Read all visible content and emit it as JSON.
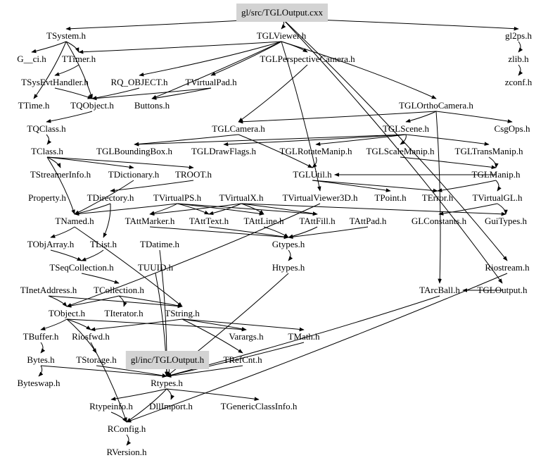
{
  "diagram": {
    "type": "include-dependency-graph",
    "root": "gl/src/TGLOutput.cxx",
    "highlight_color": "#d3d3d3",
    "nodes": [
      {
        "id": "root",
        "label": "gl/src/TGLOutput.cxx",
        "highlighted": true
      },
      {
        "id": "TSystem",
        "label": "TSystem.h"
      },
      {
        "id": "TGLViewer",
        "label": "TGLViewer.h"
      },
      {
        "id": "gl2ps",
        "label": "gl2ps.h"
      },
      {
        "id": "G__ci",
        "label": "G__ci.h"
      },
      {
        "id": "TTimer",
        "label": "TTimer.h"
      },
      {
        "id": "TGLPerspectiveCamera",
        "label": "TGLPerspectiveCamera.h"
      },
      {
        "id": "zlib",
        "label": "zlib.h"
      },
      {
        "id": "TSysEvtHandler",
        "label": "TSysEvtHandler.h"
      },
      {
        "id": "RQ_OBJECT",
        "label": "RQ_OBJECT.h"
      },
      {
        "id": "TVirtualPad",
        "label": "TVirtualPad.h"
      },
      {
        "id": "zconf",
        "label": "zconf.h"
      },
      {
        "id": "TTime",
        "label": "TTime.h"
      },
      {
        "id": "TQObject",
        "label": "TQObject.h"
      },
      {
        "id": "Buttons",
        "label": "Buttons.h"
      },
      {
        "id": "TGLOrthoCamera",
        "label": "TGLOrthoCamera.h"
      },
      {
        "id": "TQClass",
        "label": "TQClass.h"
      },
      {
        "id": "TGLCamera",
        "label": "TGLCamera.h"
      },
      {
        "id": "TGLScene",
        "label": "TGLScene.h"
      },
      {
        "id": "CsgOps",
        "label": "CsgOps.h"
      },
      {
        "id": "TClass",
        "label": "TClass.h"
      },
      {
        "id": "TGLBoundingBox",
        "label": "TGLBoundingBox.h"
      },
      {
        "id": "TGLDrawFlags",
        "label": "TGLDrawFlags.h"
      },
      {
        "id": "TGLRotateManip",
        "label": "TGLRotateManip.h"
      },
      {
        "id": "TGLScaleManip",
        "label": "TGLScaleManip.h"
      },
      {
        "id": "TGLTransManip",
        "label": "TGLTransManip.h"
      },
      {
        "id": "TStreamerInfo",
        "label": "TStreamerInfo.h"
      },
      {
        "id": "TDictionary",
        "label": "TDictionary.h"
      },
      {
        "id": "TROOT",
        "label": "TROOT.h"
      },
      {
        "id": "TGLUtil",
        "label": "TGLUtil.h"
      },
      {
        "id": "TGLManip",
        "label": "TGLManip.h"
      },
      {
        "id": "Property",
        "label": "Property.h"
      },
      {
        "id": "TDirectory",
        "label": "TDirectory.h"
      },
      {
        "id": "TVirtualPS",
        "label": "TVirtualPS.h"
      },
      {
        "id": "TVirtualX",
        "label": "TVirtualX.h"
      },
      {
        "id": "TVirtualViewer3D",
        "label": "TVirtualViewer3D.h"
      },
      {
        "id": "TPoint",
        "label": "TPoint.h"
      },
      {
        "id": "TError",
        "label": "TError.h"
      },
      {
        "id": "TVirtualGL",
        "label": "TVirtualGL.h"
      },
      {
        "id": "TNamed",
        "label": "TNamed.h"
      },
      {
        "id": "TAttMarker",
        "label": "TAttMarker.h"
      },
      {
        "id": "TAttText",
        "label": "TAttText.h"
      },
      {
        "id": "TAttLine",
        "label": "TAttLine.h"
      },
      {
        "id": "TAttFill",
        "label": "TAttFill.h"
      },
      {
        "id": "TAttPad",
        "label": "TAttPad.h"
      },
      {
        "id": "GLConstants",
        "label": "GLConstants.h"
      },
      {
        "id": "GuiTypes",
        "label": "GuiTypes.h"
      },
      {
        "id": "TObjArray",
        "label": "TObjArray.h"
      },
      {
        "id": "TList",
        "label": "TList.h"
      },
      {
        "id": "TDatime",
        "label": "TDatime.h"
      },
      {
        "id": "Gtypes",
        "label": "Gtypes.h"
      },
      {
        "id": "TSeqCollection",
        "label": "TSeqCollection.h"
      },
      {
        "id": "TUUID",
        "label": "TUUID.h"
      },
      {
        "id": "Htypes",
        "label": "Htypes.h"
      },
      {
        "id": "Riostream",
        "label": "Riostream.h"
      },
      {
        "id": "TInetAddress",
        "label": "TInetAddress.h"
      },
      {
        "id": "TCollection",
        "label": "TCollection.h"
      },
      {
        "id": "TArcBall",
        "label": "TArcBall.h"
      },
      {
        "id": "TGLOutput",
        "label": "TGLOutput.h"
      },
      {
        "id": "TObject",
        "label": "TObject.h"
      },
      {
        "id": "TIterator",
        "label": "TIterator.h"
      },
      {
        "id": "TString",
        "label": "TString.h"
      },
      {
        "id": "TBuffer",
        "label": "TBuffer.h"
      },
      {
        "id": "Riosfwd",
        "label": "Riosfwd.h"
      },
      {
        "id": "Varargs",
        "label": "Varargs.h"
      },
      {
        "id": "TMath",
        "label": "TMath.h"
      },
      {
        "id": "Bytes",
        "label": "Bytes.h"
      },
      {
        "id": "TStorage",
        "label": "TStorage.h"
      },
      {
        "id": "glinc",
        "label": "gl/inc/TGLOutput.h",
        "highlighted": true
      },
      {
        "id": "TRefCnt",
        "label": "TRefCnt.h"
      },
      {
        "id": "Byteswap",
        "label": "Byteswap.h"
      },
      {
        "id": "Rtypes",
        "label": "Rtypes.h"
      },
      {
        "id": "Rtypeinfo",
        "label": "Rtypeinfo.h"
      },
      {
        "id": "DllImport",
        "label": "DllImport.h"
      },
      {
        "id": "TGenericClassInfo",
        "label": "TGenericClassInfo.h"
      },
      {
        "id": "RConfig",
        "label": "RConfig.h"
      },
      {
        "id": "RVersion",
        "label": "RVersion.h"
      }
    ],
    "edges": [
      [
        "root",
        "TSystem"
      ],
      [
        "root",
        "TGLViewer"
      ],
      [
        "root",
        "gl2ps"
      ],
      [
        "root",
        "Riostream"
      ],
      [
        "root",
        "TGLOutput"
      ],
      [
        "gl2ps",
        "zlib"
      ],
      [
        "zlib",
        "zconf"
      ],
      [
        "TSystem",
        "G__ci"
      ],
      [
        "TSystem",
        "TTimer"
      ],
      [
        "TSystem",
        "TTime"
      ],
      [
        "TSystem",
        "TQObject"
      ],
      [
        "TTimer",
        "TSysEvtHandler"
      ],
      [
        "TSysEvtHandler",
        "TQObject"
      ],
      [
        "TGLViewer",
        "TTimer"
      ],
      [
        "TGLViewer",
        "TGLPerspectiveCamera"
      ],
      [
        "TGLViewer",
        "RQ_OBJECT"
      ],
      [
        "TGLViewer",
        "TVirtualPad"
      ],
      [
        "TGLViewer",
        "TGLOrthoCamera"
      ],
      [
        "TGLViewer",
        "Buttons"
      ],
      [
        "TGLViewer",
        "TVirtualViewer3D"
      ],
      [
        "RQ_OBJECT",
        "TQObject"
      ],
      [
        "TVirtualPad",
        "Buttons"
      ],
      [
        "TVirtualPad",
        "TQObject"
      ],
      [
        "TGLPerspectiveCamera",
        "TGLCamera"
      ],
      [
        "TGLOrthoCamera",
        "TGLCamera"
      ],
      [
        "TGLOrthoCamera",
        "TGLScene"
      ],
      [
        "TGLOrthoCamera",
        "CsgOps"
      ],
      [
        "TGLOrthoCamera",
        "TArcBall"
      ],
      [
        "TQObject",
        "TQClass"
      ],
      [
        "TQClass",
        "TClass"
      ],
      [
        "TClass",
        "TStreamerInfo"
      ],
      [
        "TClass",
        "TDictionary"
      ],
      [
        "TClass",
        "TROOT"
      ],
      [
        "TClass",
        "TNamed"
      ],
      [
        "TGLCamera",
        "TGLBoundingBox"
      ],
      [
        "TGLCamera",
        "TGLUtil"
      ],
      [
        "TGLScene",
        "TGLBoundingBox"
      ],
      [
        "TGLScene",
        "TGLRotateManip"
      ],
      [
        "TGLScene",
        "TGLScaleManip"
      ],
      [
        "TGLScene",
        "TGLTransManip"
      ],
      [
        "TGLScene",
        "TGLDrawFlags"
      ],
      [
        "TGLRotateManip",
        "TGLUtil"
      ],
      [
        "TGLScaleManip",
        "TGLManip"
      ],
      [
        "TGLTransManip",
        "TGLManip"
      ],
      [
        "TGLManip",
        "TGLUtil"
      ],
      [
        "TGLManip",
        "TVirtualGL"
      ],
      [
        "TGLManip",
        "TError"
      ],
      [
        "TGLUtil",
        "TError"
      ],
      [
        "TGLUtil",
        "TPoint"
      ],
      [
        "TDictionary",
        "TNamed"
      ],
      [
        "TROOT",
        "TDirectory"
      ],
      [
        "TDirectory",
        "TNamed"
      ],
      [
        "TDirectory",
        "TList"
      ],
      [
        "TVirtualPS",
        "TNamed"
      ],
      [
        "TVirtualPS",
        "TAttMarker"
      ],
      [
        "TVirtualPS",
        "TAttText"
      ],
      [
        "TVirtualPS",
        "TAttLine"
      ],
      [
        "TVirtualPS",
        "TAttFill"
      ],
      [
        "TVirtualX",
        "TAttMarker"
      ],
      [
        "TVirtualX",
        "TAttText"
      ],
      [
        "TVirtualX",
        "TAttLine"
      ],
      [
        "TVirtualX",
        "TAttFill"
      ],
      [
        "TVirtualX",
        "GuiTypes"
      ],
      [
        "TVirtualViewer3D",
        "TObject"
      ],
      [
        "TVirtualGL",
        "GuiTypes"
      ],
      [
        "TVirtualGL",
        "GLConstants"
      ],
      [
        "TAttMarker",
        "Gtypes"
      ],
      [
        "TAttText",
        "Gtypes"
      ],
      [
        "TAttLine",
        "Gtypes"
      ],
      [
        "TAttFill",
        "Gtypes"
      ],
      [
        "TAttPad",
        "Gtypes"
      ],
      [
        "Gtypes",
        "Htypes"
      ],
      [
        "Htypes",
        "Rtypes"
      ],
      [
        "TNamed",
        "TObjArray"
      ],
      [
        "TNamed",
        "TString"
      ],
      [
        "TObjArray",
        "TSeqCollection"
      ],
      [
        "TList",
        "TSeqCollection"
      ],
      [
        "TSeqCollection",
        "TCollection"
      ],
      [
        "TCollection",
        "TObject"
      ],
      [
        "TCollection",
        "TIterator"
      ],
      [
        "TCollection",
        "TString"
      ],
      [
        "TInetAddress",
        "TObject"
      ],
      [
        "TInetAddress",
        "TString"
      ],
      [
        "TDatime",
        "Rtypes"
      ],
      [
        "TUUID",
        "Rtypes"
      ],
      [
        "TObject",
        "TBuffer"
      ],
      [
        "TObject",
        "Riosfwd"
      ],
      [
        "TObject",
        "Varargs"
      ],
      [
        "TObject",
        "TStorage"
      ],
      [
        "TString",
        "Varargs"
      ],
      [
        "TString",
        "TRefCnt"
      ],
      [
        "TString",
        "TMath"
      ],
      [
        "TString",
        "Riosfwd"
      ],
      [
        "TBuffer",
        "Bytes"
      ],
      [
        "Bytes",
        "Byteswap"
      ],
      [
        "Bytes",
        "Rtypes"
      ],
      [
        "TStorage",
        "Rtypes"
      ],
      [
        "glinc",
        "Rtypes"
      ],
      [
        "TRefCnt",
        "Rtypes"
      ],
      [
        "TMath",
        "Rtypes"
      ],
      [
        "Rtypes",
        "Rtypeinfo"
      ],
      [
        "Rtypes",
        "DllImport"
      ],
      [
        "Rtypes",
        "TGenericClassInfo"
      ],
      [
        "Rtypes",
        "RConfig"
      ],
      [
        "Rtypeinfo",
        "RConfig"
      ],
      [
        "Riosfwd",
        "RConfig"
      ],
      [
        "Riostream",
        "RConfig"
      ],
      [
        "RConfig",
        "RVersion"
      ],
      [
        "TArcBall",
        "Rtypes"
      ],
      [
        "TGLOutput",
        "TArcBall"
      ]
    ]
  }
}
